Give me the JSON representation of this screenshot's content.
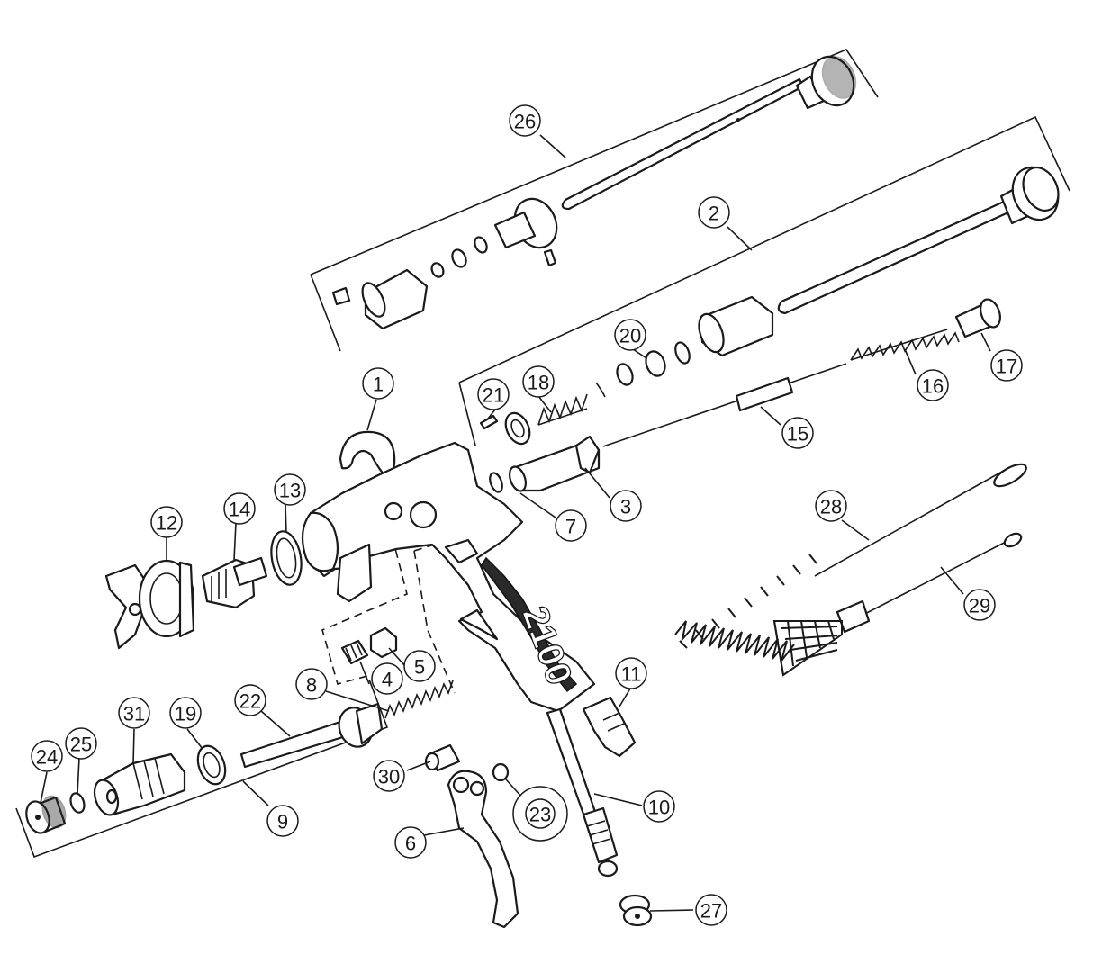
{
  "highlight_color": "#6cc644",
  "callouts": [
    {
      "label": "1"
    },
    {
      "label": "2"
    },
    {
      "label": "3"
    },
    {
      "label": "4"
    },
    {
      "label": "5"
    },
    {
      "label": "6"
    },
    {
      "label": "7"
    },
    {
      "label": "8"
    },
    {
      "label": "9"
    },
    {
      "label": "10"
    },
    {
      "label": "11"
    },
    {
      "label": "12"
    },
    {
      "label": "13"
    },
    {
      "label": "14"
    },
    {
      "label": "15"
    },
    {
      "label": "16"
    },
    {
      "label": "17"
    },
    {
      "label": "18"
    },
    {
      "label": "19"
    },
    {
      "label": "20"
    },
    {
      "label": "21"
    },
    {
      "label": "22"
    },
    {
      "label": "23",
      "highlighted": true
    },
    {
      "label": "24"
    },
    {
      "label": "25"
    },
    {
      "label": "26"
    },
    {
      "label": "27"
    },
    {
      "label": "28"
    },
    {
      "label": "29"
    },
    {
      "label": "30"
    },
    {
      "label": "31"
    }
  ],
  "gun_body_text": "2100"
}
